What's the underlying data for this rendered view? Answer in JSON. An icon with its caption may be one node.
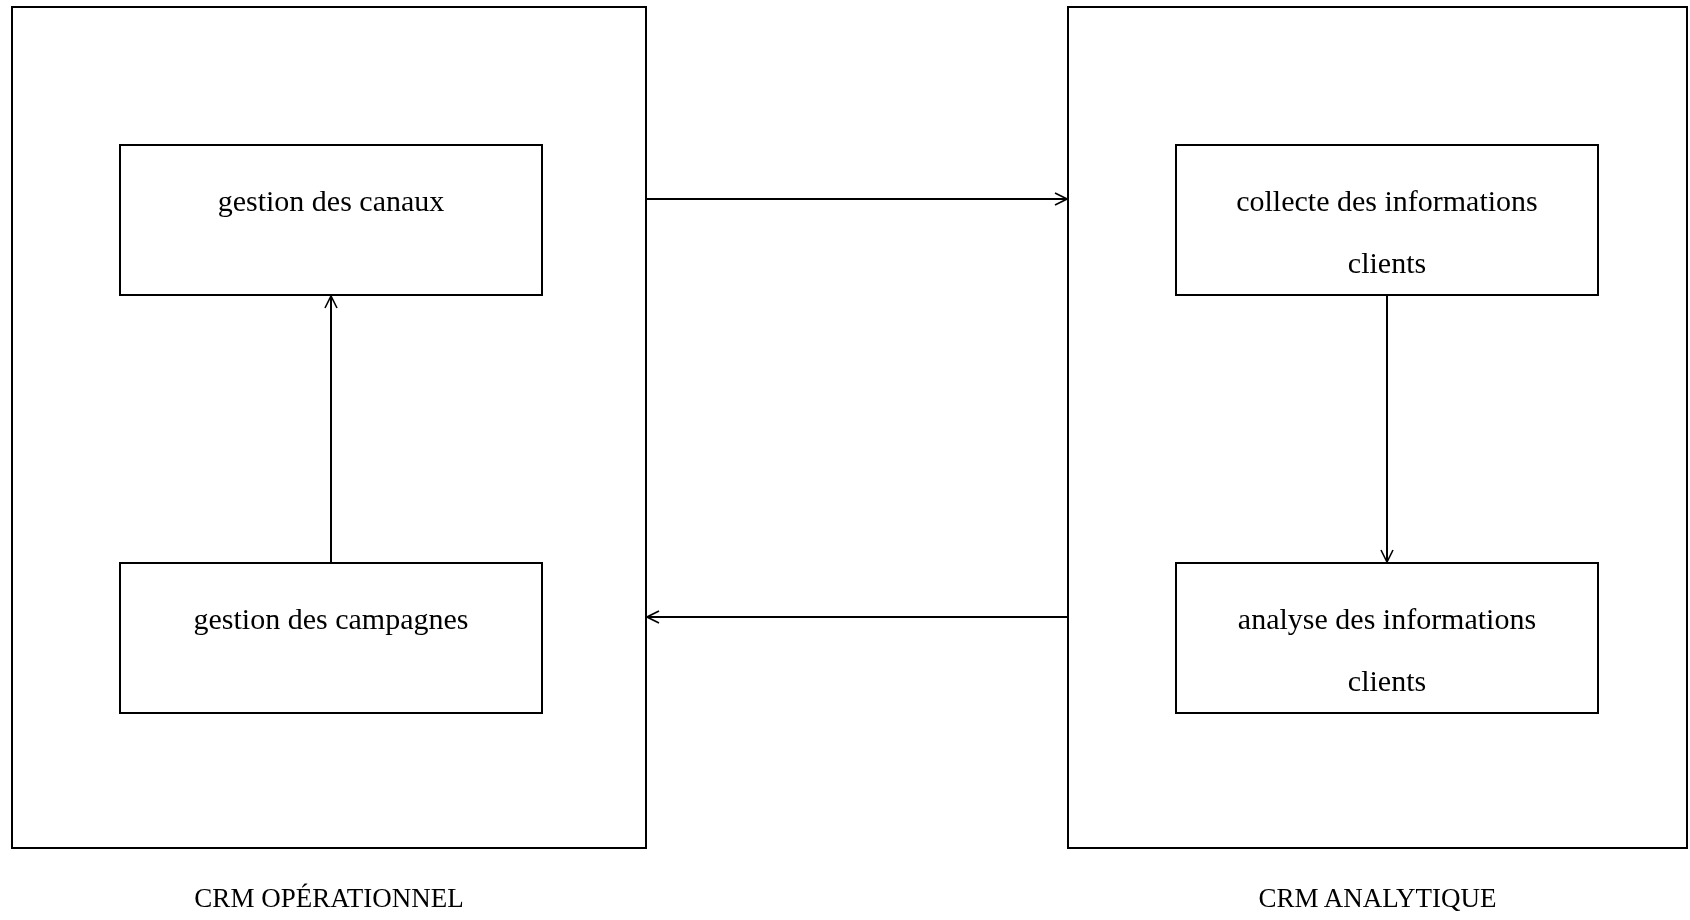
{
  "diagram": {
    "nodes": [
      {
        "text": [
          "CRM OPÉRATIONNEL"
        ]
      },
      {
        "text": [
          "gestion des canaux"
        ],
        "in": 0
      },
      {
        "text": [
          "gestion des campagnes"
        ],
        "in": 0
      },
      {
        "text": [
          "CRM ANALYTIQUE"
        ]
      },
      {
        "text": [
          "collecte des informations clients"
        ],
        "in": 3
      },
      {
        "text": [
          "analyse des informations clients"
        ],
        "in": 3
      }
    ],
    "edges": [
      {
        "from": 2,
        "to": 1,
        "arrow": "to"
      },
      {
        "from": 0,
        "to": 3,
        "arrow": "to"
      },
      {
        "from": 4,
        "to": 5,
        "arrow": "to"
      },
      {
        "from": 3,
        "to": 0,
        "arrow": "to"
      }
    ]
  }
}
